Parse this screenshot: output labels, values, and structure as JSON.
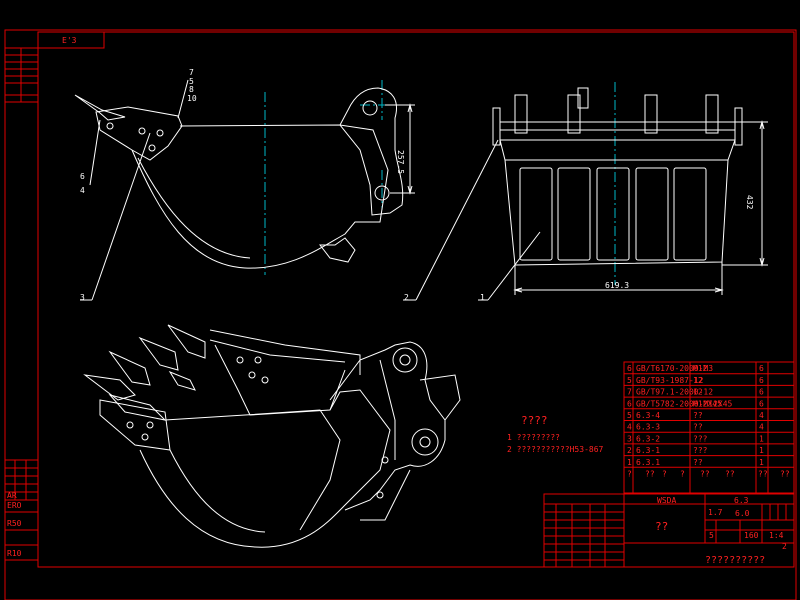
{
  "colors": {
    "background": "#000000",
    "frame": "#e00000",
    "drawing": "#ffffff",
    "centerline": "#00b8c8",
    "text": "#ff2020",
    "note": "#e8e000"
  },
  "top_left_tag": "E'3",
  "views": {
    "side": {
      "dimension": "257.5",
      "part_labels": {
        "p7": "7",
        "p5": "5",
        "p8": "8",
        "p10": "10",
        "p6": "6",
        "p4": "4",
        "p3": "3"
      }
    },
    "front": {
      "dimension_height": "432",
      "dimension_width": "619.3",
      "part_labels": {
        "p2": "2",
        "p1": "1"
      }
    }
  },
  "technical_notes": {
    "title": "????",
    "items": [
      "1 ?????????",
      "2 ???????????H53-867"
    ]
  },
  "parts_list": {
    "rows": [
      {
        "no": "6",
        "code": "GB/T6170-2000-M3",
        "name": "M12",
        "qty": "6"
      },
      {
        "no": "5",
        "code": "GB/T93-1987-12",
        "name": "12",
        "qty": "6"
      },
      {
        "no": "7",
        "code": "GB/T97.1-2000-12",
        "name": "12",
        "qty": "6"
      },
      {
        "no": "6",
        "code": "GB/T5782-2000-M12X45",
        "name": "M12X45",
        "qty": "6"
      },
      {
        "no": "5",
        "code": "6.3-4",
        "name": "??",
        "qty": "4"
      },
      {
        "no": "4",
        "code": "6.3-3",
        "name": "??",
        "qty": "4"
      },
      {
        "no": "3",
        "code": "6.3-2",
        "name": "???",
        "qty": "1"
      },
      {
        "no": "2",
        "code": "6.3-1",
        "name": "???",
        "qty": "1"
      },
      {
        "no": "1",
        "code": "6.3.1",
        "name": "??",
        "qty": "1"
      }
    ],
    "header": [
      "?",
      "??",
      "?",
      "?",
      "??",
      "??",
      "??",
      "??"
    ]
  },
  "title_block": {
    "material": "WSDA",
    "drawing_no": "6.3",
    "part_name": "??",
    "scale_a": "1.7",
    "scale_b": "6.0",
    "qty": "5",
    "weight": "160",
    "ratio": "1:4",
    "company": "??????????",
    "small_num": "2"
  },
  "left_strip": {
    "labels": [
      "AR",
      "ERO",
      "R50",
      "R10"
    ]
  }
}
